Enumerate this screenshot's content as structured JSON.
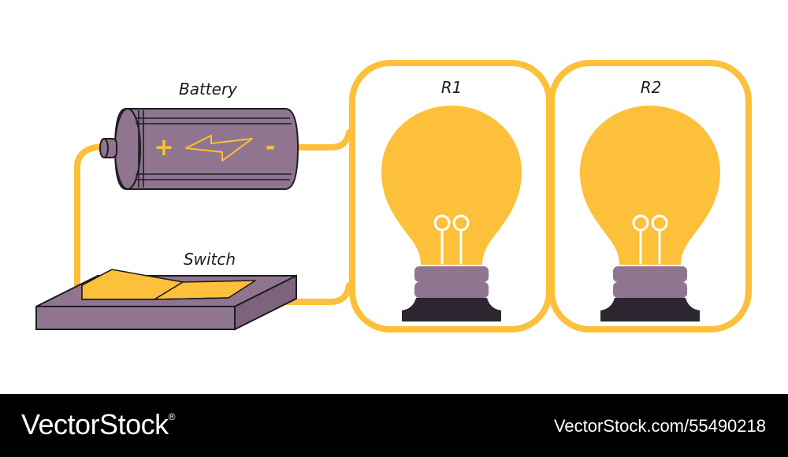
{
  "labels": {
    "battery": "Battery",
    "switch": "Switch",
    "bulb_1": "R1",
    "bulb_2": "R2"
  },
  "battery_symbols": {
    "positive": "+",
    "negative": "-"
  },
  "watermark": {
    "brand": "VectorStock",
    "brand_registered": "®",
    "image_id": "VectorStock.com/55490218"
  },
  "colors": {
    "wire": "#fdc03a",
    "bulb": "#fdc03a",
    "battery_body": "#8f7590",
    "bulb_base": "#8f7590",
    "bulb_cap": "#2c2630",
    "outline": "#1e1c22",
    "footer_bg": "#000000"
  },
  "icons": {
    "battery_charge": "lightning-bolt-icon",
    "bulb": "light-bulb-icon",
    "switch": "toggle-switch-icon"
  }
}
